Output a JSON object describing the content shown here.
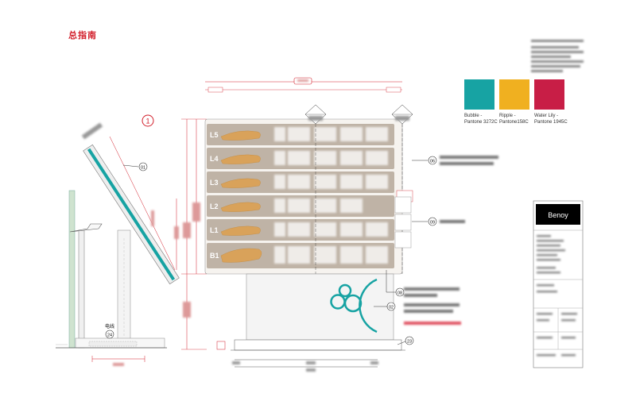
{
  "page": {
    "title": "总指南",
    "side_view_number": "1"
  },
  "floors": [
    {
      "label": "L5"
    },
    {
      "label": "L4"
    },
    {
      "label": "L3"
    },
    {
      "label": "L2"
    },
    {
      "label": "L1"
    },
    {
      "label": "B1"
    }
  ],
  "callouts": {
    "c01": "01",
    "c06": "06",
    "c09": "09",
    "c08": "08",
    "c02": "02",
    "c23": "23",
    "c24": "24"
  },
  "side_view": {
    "cable_label": "电线"
  },
  "swatches": [
    {
      "color": "#17a3a3",
      "label_line1": "Bubble -",
      "label_line2": "Pantone 3272C"
    },
    {
      "color": "#f0b020",
      "label_line1": "Ripple -",
      "label_line2": "Pantone158C"
    },
    {
      "color": "#c81e46",
      "label_line1": "Water Lily -",
      "label_line2": "Pantone 1945C"
    }
  ],
  "title_block": {
    "logo": "Benoy"
  },
  "colors": {
    "title_red": "#d21f2b",
    "panel_taupe": "#bfb3a6",
    "teal": "#17a3a3",
    "map_gold": "#d9a25a"
  }
}
